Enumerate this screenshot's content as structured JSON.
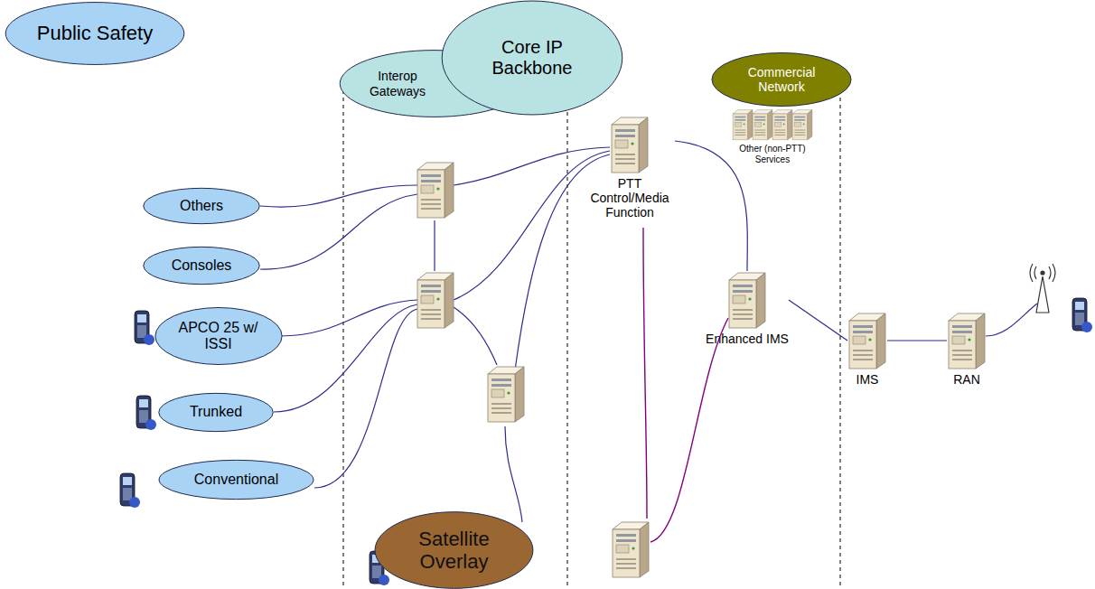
{
  "diagram": {
    "nodes": [
      {
        "text": [
          "Public Safety"
        ]
      },
      {
        "text": [
          "Interop Gateways"
        ]
      },
      {
        "text": [
          "Core IP Backbone"
        ]
      },
      {
        "text": [
          "Commercial Network"
        ]
      },
      {
        "text": [
          "Others"
        ]
      },
      {
        "text": [
          "Consoles"
        ]
      },
      {
        "text": [
          "APCO 25 w/ ISSI"
        ]
      },
      {
        "text": [
          "Trunked"
        ]
      },
      {
        "text": [
          "Conventional"
        ]
      },
      {
        "text": [
          "Satellite Overlay"
        ]
      },
      {
        "text": [
          "PTT Control/Media Function"
        ]
      },
      {
        "text": [
          "Other (non-PTT) Services"
        ]
      },
      {
        "text": [
          "Enhanced IMS"
        ]
      },
      {
        "text": [
          "IMS"
        ]
      },
      {
        "text": [
          "RAN"
        ]
      }
    ],
    "edges": [
      {
        "from": 10,
        "to": 12,
        "arrow": "none"
      },
      {
        "from": 12,
        "to": 13,
        "arrow": "none"
      },
      {
        "from": 13,
        "to": 14,
        "arrow": "none"
      }
    ]
  }
}
